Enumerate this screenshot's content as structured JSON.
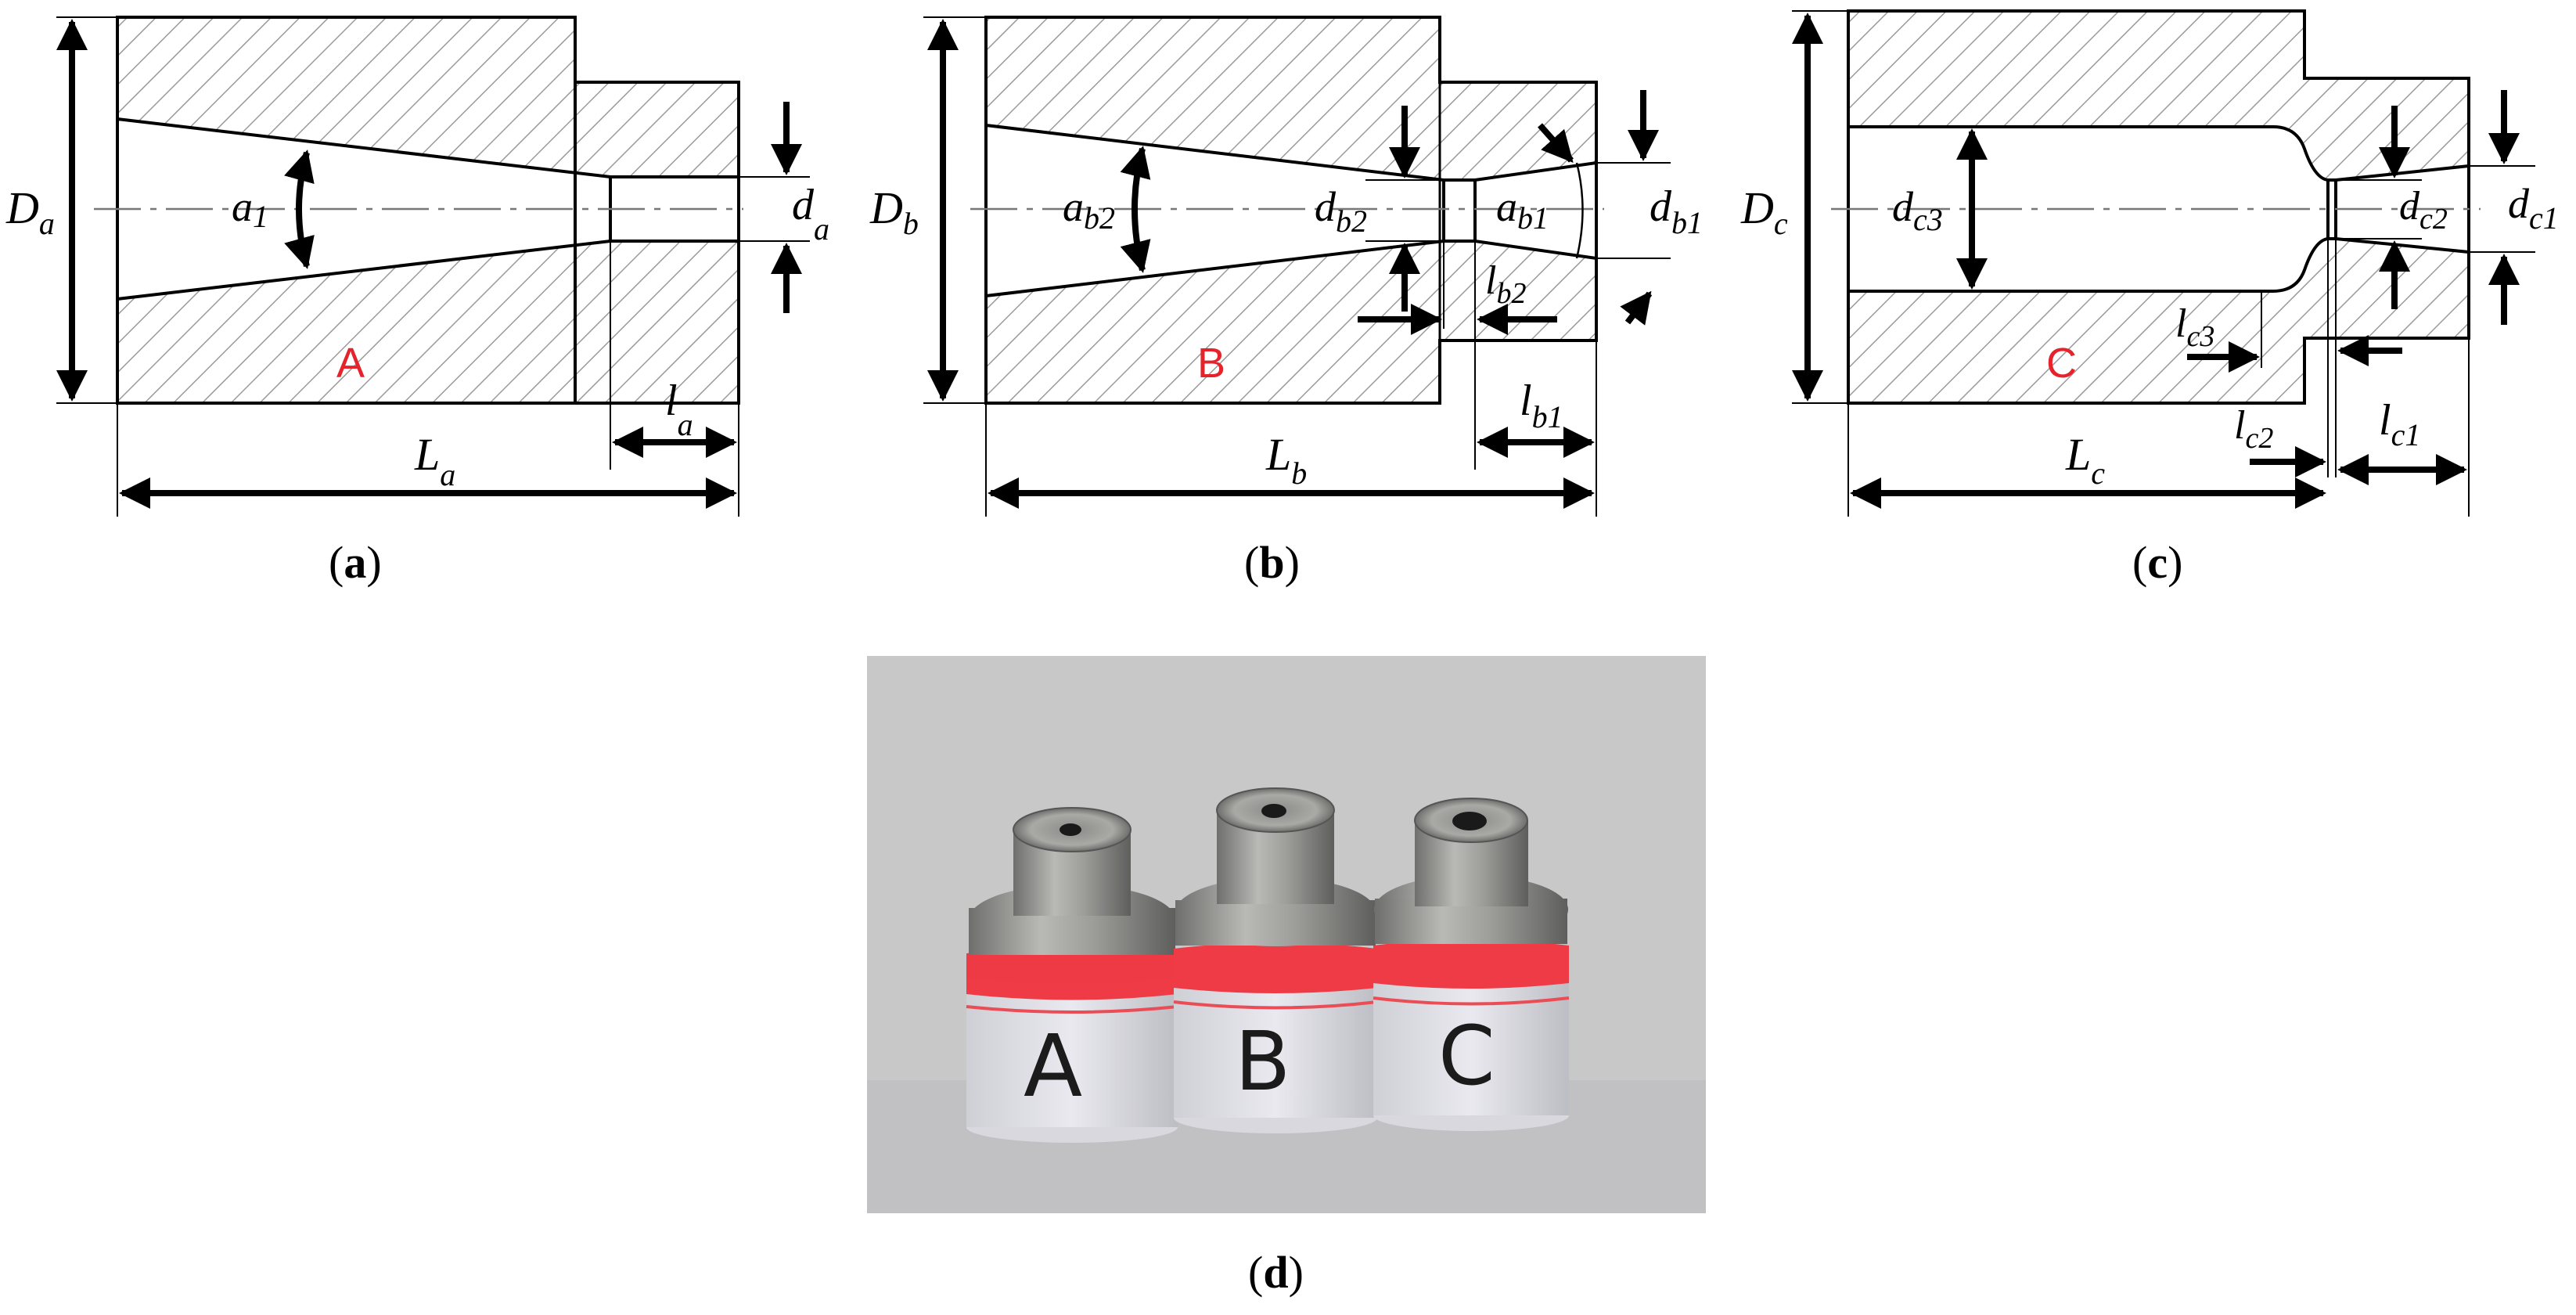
{
  "panels": {
    "a": {
      "caption_letter": "a",
      "part_label": "A",
      "dims": {
        "D": {
          "main": "D",
          "sub": "a"
        },
        "L": {
          "main": "L",
          "sub": "a"
        },
        "l": {
          "main": "l",
          "sub": "a"
        },
        "d": {
          "main": "d",
          "sub": "a"
        },
        "angle": {
          "main": "a",
          "sub": "1"
        }
      }
    },
    "b": {
      "caption_letter": "b",
      "part_label": "B",
      "dims": {
        "D": {
          "main": "D",
          "sub": "b"
        },
        "L": {
          "main": "L",
          "sub": "b"
        },
        "l1": {
          "main": "l",
          "sub": "b1"
        },
        "l2": {
          "main": "l",
          "sub": "b2"
        },
        "d1": {
          "main": "d",
          "sub": "b1"
        },
        "d2": {
          "main": "d",
          "sub": "b2"
        },
        "angle1": {
          "main": "a",
          "sub": "b1"
        },
        "angle2": {
          "main": "a",
          "sub": "b2"
        }
      }
    },
    "c": {
      "caption_letter": "c",
      "part_label": "C",
      "dims": {
        "D": {
          "main": "D",
          "sub": "c"
        },
        "L": {
          "main": "L",
          "sub": "c"
        },
        "l1": {
          "main": "l",
          "sub": "c1"
        },
        "l2": {
          "main": "l",
          "sub": "c2"
        },
        "l3": {
          "main": "l",
          "sub": "c3"
        },
        "d1": {
          "main": "d",
          "sub": "c1"
        },
        "d2": {
          "main": "d",
          "sub": "c2"
        },
        "d3": {
          "main": "d",
          "sub": "c3"
        }
      }
    },
    "d": {
      "caption_letter": "d",
      "photo_labels": [
        "A",
        "B",
        "C"
      ]
    }
  },
  "colors": {
    "section_line": "#000000",
    "hatch": "#9a9a9a",
    "part_label": "#e4232b",
    "photo_background": "#c9c9c9",
    "tape_red": "#ef3b45",
    "metal": "#8e8e8c"
  }
}
